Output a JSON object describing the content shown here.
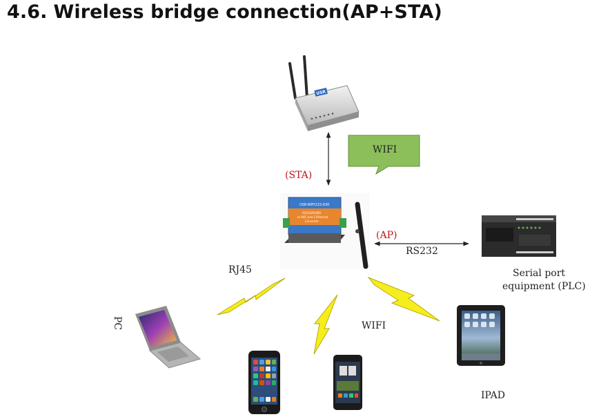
{
  "heading": {
    "number": "4.6.",
    "text": "Wireless bridge connection(AP+STA)"
  },
  "labels": {
    "sta": "(STA)",
    "ap": "(AP)",
    "wifi_top": "WIFI",
    "rs232": "RS232",
    "rj45": "RJ45",
    "wifi_bottom": "WIFI",
    "pc": "PC",
    "ipad": "IPAD",
    "plc_line1": "Serial port",
    "plc_line2": "equipment (PLC)"
  },
  "device_text": {
    "router_brand": "USR",
    "converter_title": "USR-WIFI232-630",
    "converter_sub1": "RS232/RS485",
    "converter_sub2": "to WiFi and 2 Ethernet",
    "converter_sub3": "Converter"
  },
  "colors": {
    "label_red": "#c0131c",
    "bubble_green": "#8cbf5a",
    "lightning_yellow": "#f6ee1c",
    "converter_blue": "#3a78c8",
    "converter_orange": "#e8862e"
  }
}
